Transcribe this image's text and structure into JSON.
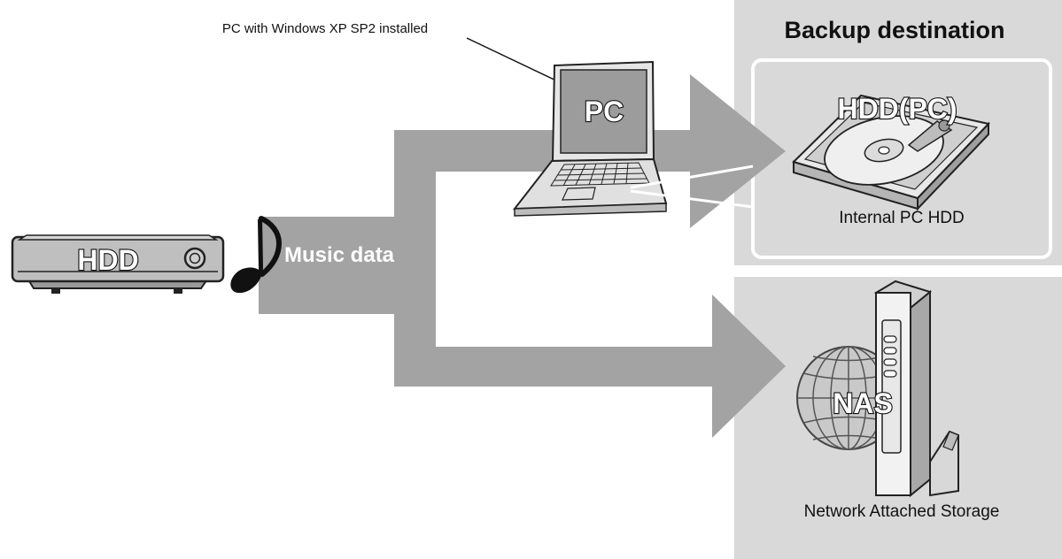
{
  "annotation": {
    "pc_note": "PC with Windows XP SP2 installed"
  },
  "backup_panel": {
    "title": "Backup destination",
    "pc_hdd": {
      "label": "HDD(PC)",
      "caption": "Internal PC HDD"
    }
  },
  "nas_panel": {
    "label": "NAS",
    "caption": "Network Attached Storage"
  },
  "source_device": {
    "label": "HDD"
  },
  "laptop": {
    "label": "PC"
  },
  "flow": {
    "label": "Music data"
  },
  "icons": {
    "music_note": "music-note-icon",
    "globe": "globe-icon",
    "disk": "hard-disk-icon"
  },
  "colors": {
    "arrow_gray": "#a3a3a3",
    "panel_gray": "#d9d9d9",
    "device_gray": "#bfbfbf",
    "screen_gray": "#9c9c9c"
  }
}
